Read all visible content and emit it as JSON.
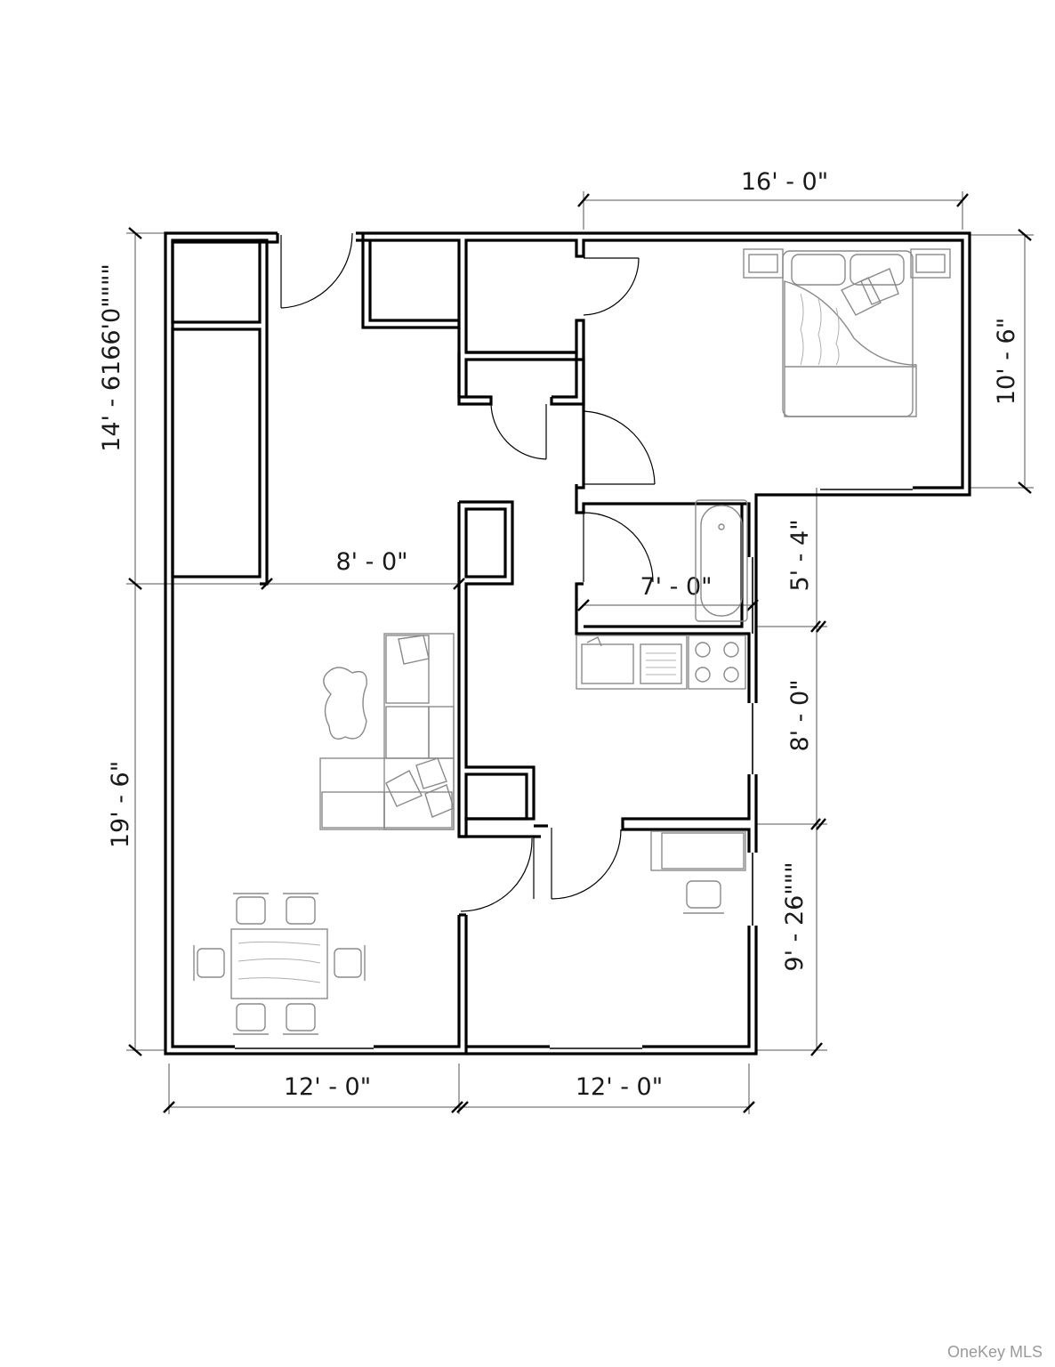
{
  "dimensions": {
    "top_width": "16' - 0\"",
    "left_upper": "14' - 6166'0\"\"\"\"",
    "left_lower": "19' - 6\"",
    "right_bedroom": "10' - 6\"",
    "right_bath": "5' - 4\"",
    "right_kitchen": "8' - 0\"",
    "right_office": "9' - 26\"\"\"",
    "hall_width": "8' - 0\"",
    "bath_width": "7' - 0\"",
    "bottom_left": "12' - 0\"",
    "bottom_right": "12' - 0\""
  },
  "watermark": "OneKey MLS",
  "icons": {
    "bed": "bed-icon",
    "sofa": "sofa-icon",
    "rug": "rug-icon",
    "dining": "dining-set-icon",
    "bathtub": "bathtub-icon",
    "sink": "sink-icon",
    "stove": "stove-icon",
    "desk": "desk-icon",
    "chair": "chair-icon"
  }
}
